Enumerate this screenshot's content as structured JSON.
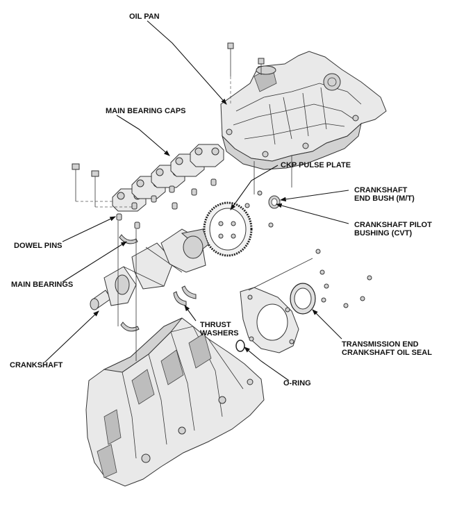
{
  "labels": {
    "oil_pan": "OIL PAN",
    "main_bearing_caps": "MAIN BEARING CAPS",
    "ckp_pulse_plate": "CKP PULSE PLATE",
    "crankshaft_end_bush": [
      "CRANKSHAFT",
      "END BUSH (M/T)"
    ],
    "crankshaft_pilot_bushing": [
      "CRANKSHAFT PILOT",
      "BUSHING (CVT)"
    ],
    "dowel_pins": "DOWEL PINS",
    "main_bearings": "MAIN BEARINGS",
    "thrust_washers": [
      "THRUST",
      "WASHERS"
    ],
    "crankshaft": "CRANKSHAFT",
    "transmission_end_oil_seal": [
      "TRANSMISSION END",
      "CRANKSHAFT OIL SEAL"
    ],
    "o_ring": "O-RING"
  }
}
